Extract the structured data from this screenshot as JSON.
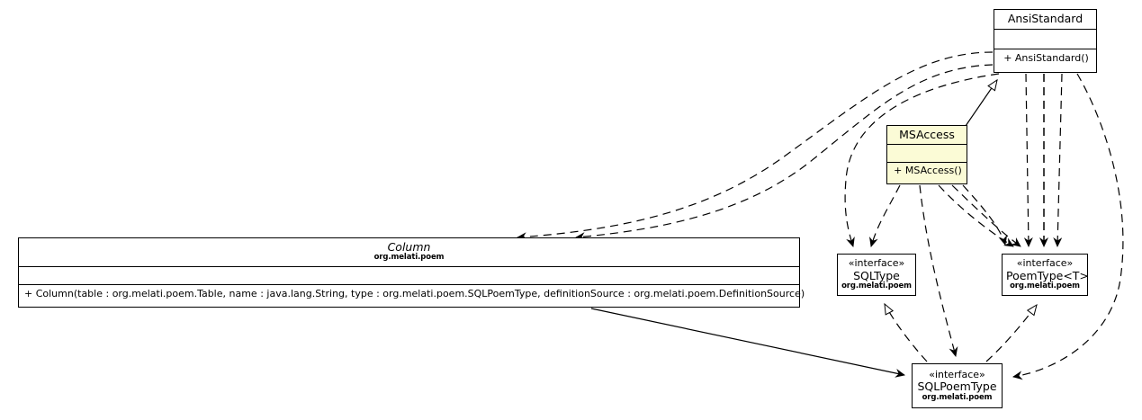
{
  "diagram": {
    "kind": "uml-class-diagram",
    "colors": {
      "highlight_fill": "#fbfbd6",
      "plain_fill": "#ffffff",
      "line": "#000000"
    }
  },
  "classes": {
    "ansistandard": {
      "name": "AnsiStandard",
      "package": "",
      "stereotype": "",
      "attributes": [],
      "operations": [
        "+ AnsiStandard()"
      ],
      "highlighted": false,
      "abstract": false
    },
    "msaccess": {
      "name": "MSAccess",
      "package": "",
      "stereotype": "",
      "attributes": [],
      "operations": [
        "+ MSAccess()"
      ],
      "highlighted": true,
      "abstract": false
    },
    "column": {
      "name": "Column",
      "package": "org.melati.poem",
      "stereotype": "",
      "attributes": [],
      "operations": [
        "+ Column(table : org.melati.poem.Table, name : java.lang.String, type : org.melati.poem.SQLPoemType, definitionSource : org.melati.poem.DefinitionSource)"
      ],
      "highlighted": false,
      "abstract": true
    },
    "sqltype": {
      "name": "SQLType",
      "package": "org.melati.poem",
      "stereotype": "«interface»",
      "highlighted": false,
      "abstract": false
    },
    "poemtype": {
      "name": "PoemType<T>",
      "package": "org.melati.poem",
      "stereotype": "«interface»",
      "highlighted": false,
      "abstract": false
    },
    "sqlpoemtype": {
      "name": "SQLPoemType",
      "package": "org.melati.poem",
      "stereotype": "«interface»",
      "highlighted": false,
      "abstract": false
    }
  },
  "relations": [
    {
      "from": "msaccess",
      "to": "ansistandard",
      "type": "generalization"
    },
    {
      "from": "ansistandard",
      "to": "column",
      "type": "dependency"
    },
    {
      "from": "ansistandard",
      "to": "column",
      "type": "dependency"
    },
    {
      "from": "ansistandard",
      "to": "sqltype",
      "type": "dependency"
    },
    {
      "from": "ansistandard",
      "to": "poemtype",
      "type": "dependency"
    },
    {
      "from": "ansistandard",
      "to": "poemtype",
      "type": "dependency"
    },
    {
      "from": "ansistandard",
      "to": "poemtype",
      "type": "dependency"
    },
    {
      "from": "ansistandard",
      "to": "sqlpoemtype",
      "type": "dependency"
    },
    {
      "from": "msaccess",
      "to": "sqltype",
      "type": "dependency"
    },
    {
      "from": "msaccess",
      "to": "poemtype",
      "type": "dependency"
    },
    {
      "from": "msaccess",
      "to": "poemtype",
      "type": "dependency"
    },
    {
      "from": "msaccess",
      "to": "sqlpoemtype",
      "type": "dependency"
    },
    {
      "from": "sqlpoemtype",
      "to": "sqltype",
      "type": "realization"
    },
    {
      "from": "sqlpoemtype",
      "to": "poemtype",
      "type": "realization"
    },
    {
      "from": "column",
      "to": "sqlpoemtype",
      "type": "association"
    }
  ]
}
